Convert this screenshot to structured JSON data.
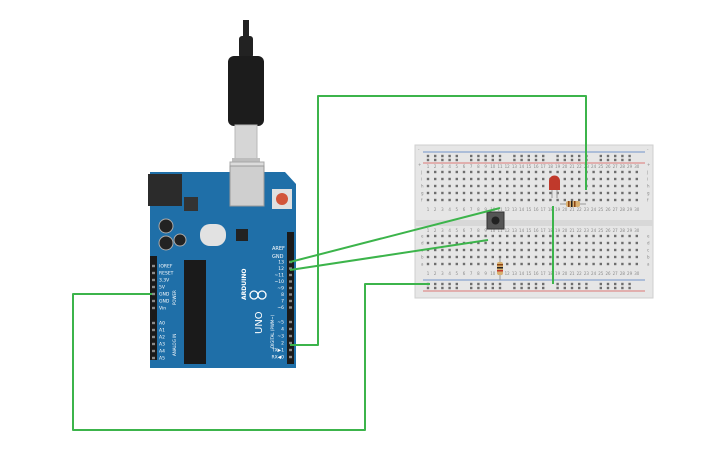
{
  "arduino": {
    "brand": "ARDUINO",
    "model": "UNO",
    "digital_label": "DIGITAL (PWM~)",
    "power_label": "POWER",
    "analog_label": "ANALOG IN",
    "aref": "AREF",
    "gnd": "GND",
    "digital_pins": [
      "13",
      "12",
      "~11",
      "~10",
      "~9",
      "8",
      "7",
      "~6",
      "~5",
      "4",
      "~3",
      "2",
      "TX▶1",
      "RX◀0"
    ],
    "power_pins": [
      "IOREF",
      "RESET",
      "3.3V",
      "5V",
      "GND",
      "GND",
      "Vin"
    ],
    "analog_pins": [
      "A0",
      "A1",
      "A2",
      "A3",
      "A4",
      "A5"
    ]
  },
  "breadboard": {
    "rail_plus": "+",
    "rail_minus": "-",
    "row_letters_top": [
      "j",
      "i",
      "h",
      "g",
      "f"
    ],
    "row_letters_bottom": [
      "e",
      "d",
      "c",
      "b",
      "a"
    ],
    "columns": [
      "1",
      "2",
      "3",
      "4",
      "5",
      "6",
      "7",
      "8",
      "9",
      "10",
      "11",
      "12",
      "13",
      "14",
      "15",
      "16",
      "17",
      "18",
      "19",
      "20",
      "21",
      "22",
      "23",
      "24",
      "25",
      "26",
      "27",
      "28",
      "29",
      "30"
    ]
  },
  "components": {
    "led_color": "#c0392b",
    "wire_color": "#3cb44b",
    "resistor_color": "#d8b070"
  },
  "colors": {
    "board": "#1f6fa8",
    "board_dark": "#175b8b",
    "breadboard": "#e6e6e6",
    "rail_red": "#d9534f",
    "rail_blue": "#4a78c2"
  }
}
